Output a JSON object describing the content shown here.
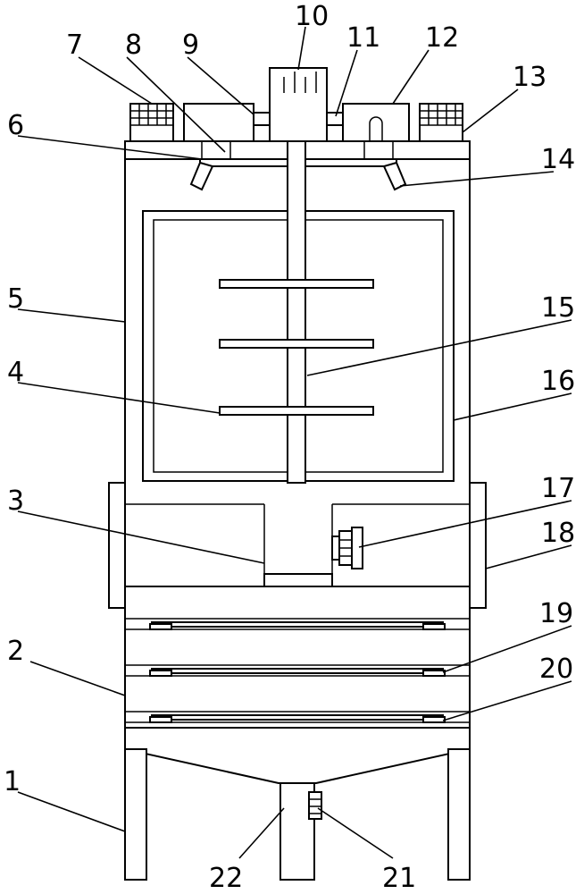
{
  "labels": {
    "l1": "1",
    "l2": "2",
    "l3": "3",
    "l4": "4",
    "l5": "5",
    "l6": "6",
    "l7": "7",
    "l8": "8",
    "l9": "9",
    "l10": "10",
    "l11": "11",
    "l12": "12",
    "l13": "13",
    "l14": "14",
    "l15": "15",
    "l16": "16",
    "l17": "17",
    "l18": "18",
    "l19": "19",
    "l20": "20",
    "l21": "21",
    "l22": "22"
  }
}
